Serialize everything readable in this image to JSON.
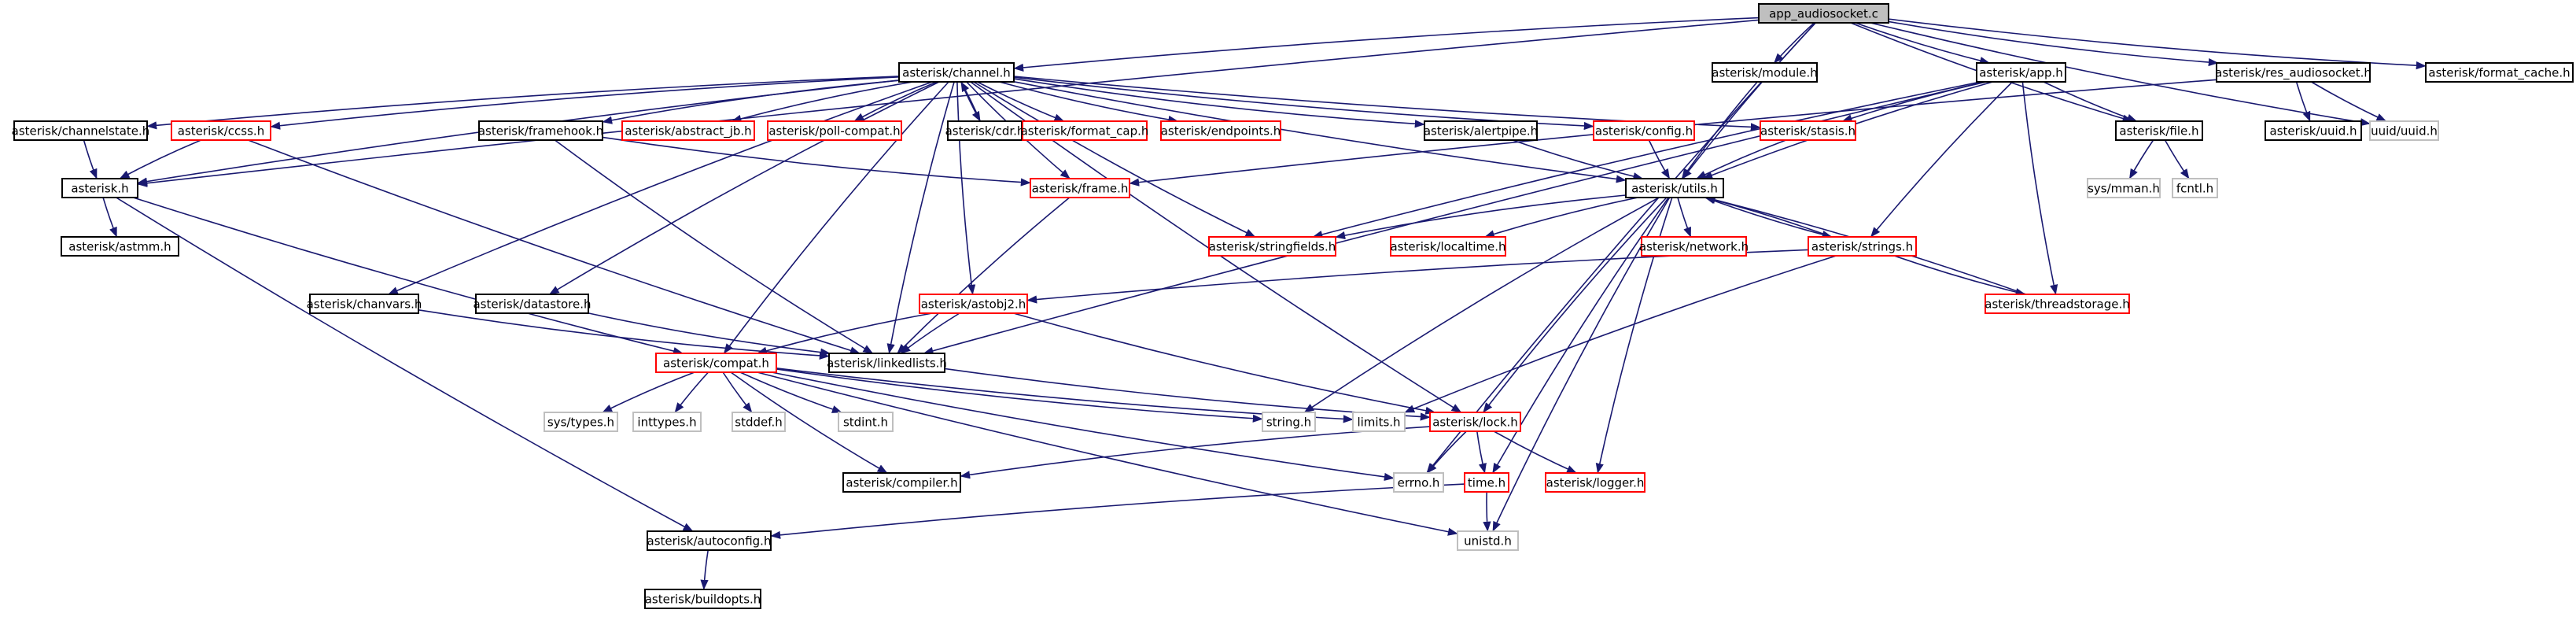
{
  "graph": {
    "style": {
      "edge_color": "#191970",
      "highlight_fill": "#bfbfbf",
      "colors": {
        "doc": {
          "fill": "#ffffff",
          "stroke": "#000000",
          "text": "#000000"
        },
        "undoc": {
          "fill": "#ffffff",
          "stroke": "#ff0000",
          "text": "#000000"
        },
        "system": {
          "fill": "#ffffff",
          "stroke": "#bfbfbf",
          "text": "#000000"
        },
        "root": {
          "fill": "#bfbfbf",
          "stroke": "#000000",
          "text": "#000000"
        }
      }
    },
    "nodes": [
      {
        "id": "app_audiosocket",
        "label": "app_audiosocket.c",
        "kind": "root"
      },
      {
        "id": "channel",
        "label": "asterisk/channel.h",
        "kind": "doc"
      },
      {
        "id": "module",
        "label": "asterisk/module.h",
        "kind": "doc"
      },
      {
        "id": "app",
        "label": "asterisk/app.h",
        "kind": "doc"
      },
      {
        "id": "res_audiosocket",
        "label": "asterisk/res_audiosocket.h",
        "kind": "doc"
      },
      {
        "id": "format_cache",
        "label": "asterisk/format_cache.h",
        "kind": "doc"
      },
      {
        "id": "channelstate",
        "label": "asterisk/channelstate.h",
        "kind": "doc"
      },
      {
        "id": "ccss",
        "label": "asterisk/ccss.h",
        "kind": "undoc"
      },
      {
        "id": "framehook",
        "label": "asterisk/framehook.h",
        "kind": "doc"
      },
      {
        "id": "abstract_jb",
        "label": "asterisk/abstract_jb.h",
        "kind": "undoc"
      },
      {
        "id": "poll_compat",
        "label": "asterisk/poll-compat.h",
        "kind": "undoc"
      },
      {
        "id": "cdr",
        "label": "asterisk/cdr.h",
        "kind": "doc"
      },
      {
        "id": "format_cap",
        "label": "asterisk/format_cap.h",
        "kind": "undoc"
      },
      {
        "id": "endpoints",
        "label": "asterisk/endpoints.h",
        "kind": "undoc"
      },
      {
        "id": "alertpipe",
        "label": "asterisk/alertpipe.h",
        "kind": "doc"
      },
      {
        "id": "config",
        "label": "asterisk/config.h",
        "kind": "undoc"
      },
      {
        "id": "stasis",
        "label": "asterisk/stasis.h",
        "kind": "undoc"
      },
      {
        "id": "file",
        "label": "asterisk/file.h",
        "kind": "doc"
      },
      {
        "id": "uuid_ast",
        "label": "asterisk/uuid.h",
        "kind": "doc"
      },
      {
        "id": "uuid_sys",
        "label": "uuid/uuid.h",
        "kind": "system"
      },
      {
        "id": "asterisk_h",
        "label": "asterisk.h",
        "kind": "doc"
      },
      {
        "id": "frame",
        "label": "asterisk/frame.h",
        "kind": "undoc"
      },
      {
        "id": "utils",
        "label": "asterisk/utils.h",
        "kind": "doc"
      },
      {
        "id": "sys_mman",
        "label": "sys/mman.h",
        "kind": "system"
      },
      {
        "id": "fcntl",
        "label": "fcntl.h",
        "kind": "system"
      },
      {
        "id": "astmm",
        "label": "asterisk/astmm.h",
        "kind": "doc"
      },
      {
        "id": "stringfields",
        "label": "asterisk/stringfields.h",
        "kind": "undoc"
      },
      {
        "id": "localtime",
        "label": "asterisk/localtime.h",
        "kind": "undoc"
      },
      {
        "id": "network",
        "label": "asterisk/network.h",
        "kind": "undoc"
      },
      {
        "id": "strings",
        "label": "asterisk/strings.h",
        "kind": "undoc"
      },
      {
        "id": "chanvars",
        "label": "asterisk/chanvars.h",
        "kind": "doc"
      },
      {
        "id": "datastore",
        "label": "asterisk/datastore.h",
        "kind": "doc"
      },
      {
        "id": "astobj2",
        "label": "asterisk/astobj2.h",
        "kind": "undoc"
      },
      {
        "id": "threadstorage",
        "label": "asterisk/threadstorage.h",
        "kind": "undoc"
      },
      {
        "id": "compat",
        "label": "asterisk/compat.h",
        "kind": "undoc"
      },
      {
        "id": "linkedlists",
        "label": "asterisk/linkedlists.h",
        "kind": "doc"
      },
      {
        "id": "sys_types",
        "label": "sys/types.h",
        "kind": "system"
      },
      {
        "id": "inttypes",
        "label": "inttypes.h",
        "kind": "system"
      },
      {
        "id": "stddef",
        "label": "stddef.h",
        "kind": "system"
      },
      {
        "id": "stdint",
        "label": "stdint.h",
        "kind": "system"
      },
      {
        "id": "string_h",
        "label": "string.h",
        "kind": "system"
      },
      {
        "id": "limits",
        "label": "limits.h",
        "kind": "system"
      },
      {
        "id": "lock",
        "label": "asterisk/lock.h",
        "kind": "undoc"
      },
      {
        "id": "compiler",
        "label": "asterisk/compiler.h",
        "kind": "doc"
      },
      {
        "id": "errno",
        "label": "errno.h",
        "kind": "system"
      },
      {
        "id": "time",
        "label": "time.h",
        "kind": "undoc"
      },
      {
        "id": "logger",
        "label": "asterisk/logger.h",
        "kind": "undoc"
      },
      {
        "id": "autoconfig",
        "label": "asterisk/autoconfig.h",
        "kind": "doc"
      },
      {
        "id": "unistd",
        "label": "unistd.h",
        "kind": "system"
      },
      {
        "id": "buildopts",
        "label": "asterisk/buildopts.h",
        "kind": "doc"
      }
    ],
    "edges": [
      [
        "app_audiosocket",
        "channel"
      ],
      [
        "app_audiosocket",
        "module"
      ],
      [
        "app_audiosocket",
        "app"
      ],
      [
        "app_audiosocket",
        "res_audiosocket"
      ],
      [
        "app_audiosocket",
        "format_cache"
      ],
      [
        "app_audiosocket",
        "asterisk_h"
      ],
      [
        "app_audiosocket",
        "utils"
      ],
      [
        "app_audiosocket",
        "file"
      ],
      [
        "app_audiosocket",
        "uuid_sys"
      ],
      [
        "app_audiosocket",
        "errno"
      ],
      [
        "channel",
        "channelstate"
      ],
      [
        "channel",
        "ccss"
      ],
      [
        "channel",
        "framehook"
      ],
      [
        "channel",
        "abstract_jb"
      ],
      [
        "channel",
        "poll_compat"
      ],
      [
        "channel",
        "cdr"
      ],
      [
        "channel",
        "format_cap"
      ],
      [
        "channel",
        "endpoints"
      ],
      [
        "channel",
        "alertpipe"
      ],
      [
        "channel",
        "config"
      ],
      [
        "channel",
        "stasis"
      ],
      [
        "channel",
        "frame"
      ],
      [
        "channel",
        "utils"
      ],
      [
        "channel",
        "stringfields"
      ],
      [
        "channel",
        "chanvars"
      ],
      [
        "channel",
        "datastore"
      ],
      [
        "channel",
        "astobj2"
      ],
      [
        "channel",
        "compat"
      ],
      [
        "channel",
        "linkedlists"
      ],
      [
        "channel",
        "lock"
      ],
      [
        "channel",
        "asterisk_h"
      ],
      [
        "cdr",
        "channel"
      ],
      [
        "module",
        "utils"
      ],
      [
        "app",
        "stringfields"
      ],
      [
        "app",
        "strings"
      ],
      [
        "app",
        "threadstorage"
      ],
      [
        "app",
        "file"
      ],
      [
        "app",
        "linkedlists"
      ],
      [
        "app",
        "utils"
      ],
      [
        "app",
        "stasis"
      ],
      [
        "res_audiosocket",
        "uuid_ast"
      ],
      [
        "res_audiosocket",
        "uuid_sys"
      ],
      [
        "res_audiosocket",
        "frame"
      ],
      [
        "file",
        "sys_mman"
      ],
      [
        "file",
        "fcntl"
      ],
      [
        "channelstate",
        "asterisk_h"
      ],
      [
        "ccss",
        "asterisk_h"
      ],
      [
        "ccss",
        "linkedlists"
      ],
      [
        "framehook",
        "frame"
      ],
      [
        "framehook",
        "linkedlists"
      ],
      [
        "alertpipe",
        "utils"
      ],
      [
        "config",
        "utils"
      ],
      [
        "stasis",
        "utils"
      ],
      [
        "asterisk_h",
        "astmm"
      ],
      [
        "asterisk_h",
        "compat"
      ],
      [
        "asterisk_h",
        "autoconfig"
      ],
      [
        "frame",
        "linkedlists"
      ],
      [
        "utils",
        "stringfields"
      ],
      [
        "utils",
        "localtime"
      ],
      [
        "utils",
        "network"
      ],
      [
        "utils",
        "strings"
      ],
      [
        "utils",
        "lock"
      ],
      [
        "utils",
        "time"
      ],
      [
        "utils",
        "logger"
      ],
      [
        "utils",
        "string_h"
      ],
      [
        "utils",
        "unistd"
      ],
      [
        "strings",
        "utils"
      ],
      [
        "strings",
        "astobj2"
      ],
      [
        "strings",
        "threadstorage"
      ],
      [
        "strings",
        "limits"
      ],
      [
        "threadstorage",
        "utils"
      ],
      [
        "chanvars",
        "linkedlists"
      ],
      [
        "datastore",
        "linkedlists"
      ],
      [
        "astobj2",
        "compat"
      ],
      [
        "astobj2",
        "linkedlists"
      ],
      [
        "astobj2",
        "lock"
      ],
      [
        "compat",
        "sys_types"
      ],
      [
        "compat",
        "inttypes"
      ],
      [
        "compat",
        "stddef"
      ],
      [
        "compat",
        "stdint"
      ],
      [
        "compat",
        "compiler"
      ],
      [
        "compat",
        "string_h"
      ],
      [
        "compat",
        "limits"
      ],
      [
        "compat",
        "unistd"
      ],
      [
        "compat",
        "errno"
      ],
      [
        "linkedlists",
        "lock"
      ],
      [
        "lock",
        "compiler"
      ],
      [
        "lock",
        "errno"
      ],
      [
        "lock",
        "time"
      ],
      [
        "lock",
        "logger"
      ],
      [
        "time",
        "unistd"
      ],
      [
        "time",
        "autoconfig"
      ],
      [
        "autoconfig",
        "buildopts"
      ]
    ]
  }
}
